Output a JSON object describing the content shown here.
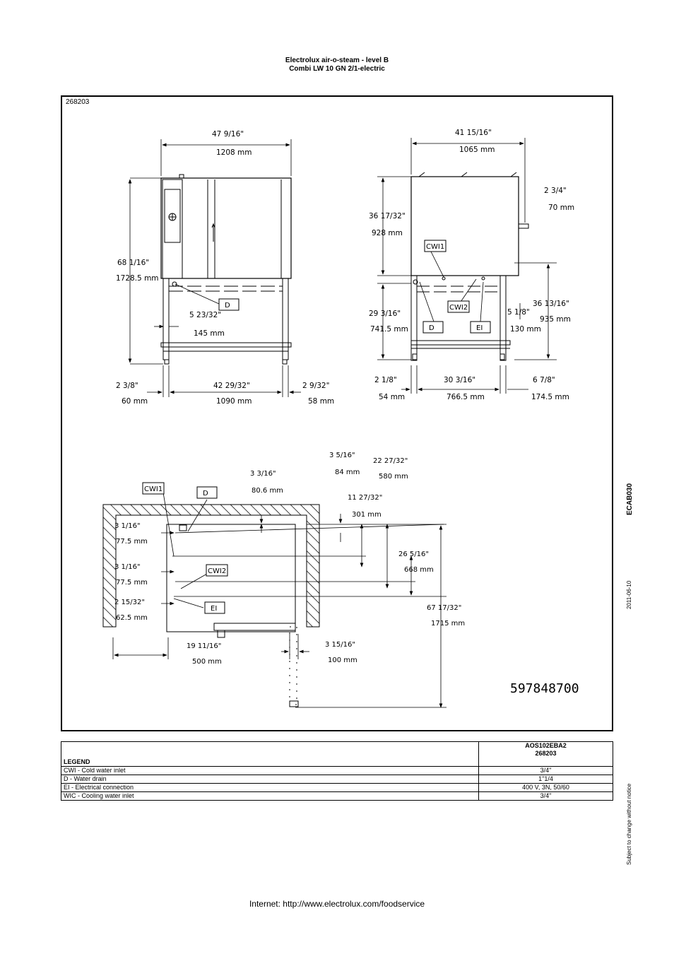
{
  "header": {
    "line1": "Electrolux air-o-steam - level B",
    "line2": "Combi LW 10 GN 2/1-electric"
  },
  "drawing": {
    "doc_id": "268203",
    "drawing_number": "597848700",
    "callouts": {
      "d": "D",
      "cwi1": "CWI1",
      "cwi2": "CWI2",
      "ei": "EI"
    },
    "dimensions": {
      "front_width_in": "47 9/16\"",
      "front_width_mm": "1208 mm",
      "front_height_in": "68 1/16\"",
      "front_height_mm": "1728.5 mm",
      "front_leg_in": "5 23/32\"",
      "front_leg_mm": "145 mm",
      "front_left_in": "2 3/8\"",
      "front_left_mm": "60 mm",
      "front_mid_in": "42 29/32\"",
      "front_mid_mm": "1090 mm",
      "front_right_in": "2 9/32\"",
      "front_right_mm": "58 mm",
      "side_width_in": "41 15/16\"",
      "side_width_mm": "1065 mm",
      "side_handle_in": "2 3/4\"",
      "side_handle_mm": "70 mm",
      "side_upper_in": "36 17/32\"",
      "side_upper_mm": "928 mm",
      "side_lower_in": "29 3/16\"",
      "side_lower_mm": "741.5 mm",
      "side_ei_in": "5 1/8\"",
      "side_ei_mm": "130 mm",
      "side_right_in": "36 13/16\"",
      "side_right_mm": "935 mm",
      "side_left_in": "2 1/8\"",
      "side_left_mm": "54 mm",
      "side_mid_in": "30 3/16\"",
      "side_mid_mm": "766.5 mm",
      "side_rear_in": "6 7/8\"",
      "side_rear_mm": "174.5 mm",
      "top_a_in": "3 5/16\"",
      "top_a_mm": "84 mm",
      "top_b_in": "22 27/32\"",
      "top_b_mm": "580 mm",
      "top_c_in": "3 3/16\"",
      "top_c_mm": "80.6 mm",
      "top_d_in": "11 27/32\"",
      "top_d_mm": "301 mm",
      "top_e_in": "3 1/16\"",
      "top_e_mm": "77.5 mm",
      "top_f_in": "3 1/16\"",
      "top_f_mm": "77.5 mm",
      "top_g_in": "2 15/32\"",
      "top_g_mm": "62.5 mm",
      "top_h_in": "26 5/16\"",
      "top_h_mm": "668 mm",
      "top_i_in": "67 17/32\"",
      "top_i_mm": "1715 mm",
      "top_j_in": "19 11/16\"",
      "top_j_mm": "500 mm",
      "top_k_in": "3 15/16\"",
      "top_k_mm": "100 mm"
    }
  },
  "side_labels": {
    "code": "ECAB030",
    "date": "2011-06-10",
    "notice": "Subject to change without notice"
  },
  "legend": {
    "col_header_model": "AOS102EBA2",
    "col_header_code": "268203",
    "title": "LEGEND",
    "rows": [
      {
        "label": "CWI - Cold water inlet",
        "value": "3/4\""
      },
      {
        "label": "D - Water drain",
        "value": "1\"1/4"
      },
      {
        "label": "EI - Electrical connection",
        "value": "400 V, 3N, 50/60"
      },
      {
        "label": "WIC - Cooling water inlet",
        "value": "3/4\""
      }
    ]
  },
  "footer": {
    "text": "Internet: http://www.electrolux.com/foodservice"
  }
}
